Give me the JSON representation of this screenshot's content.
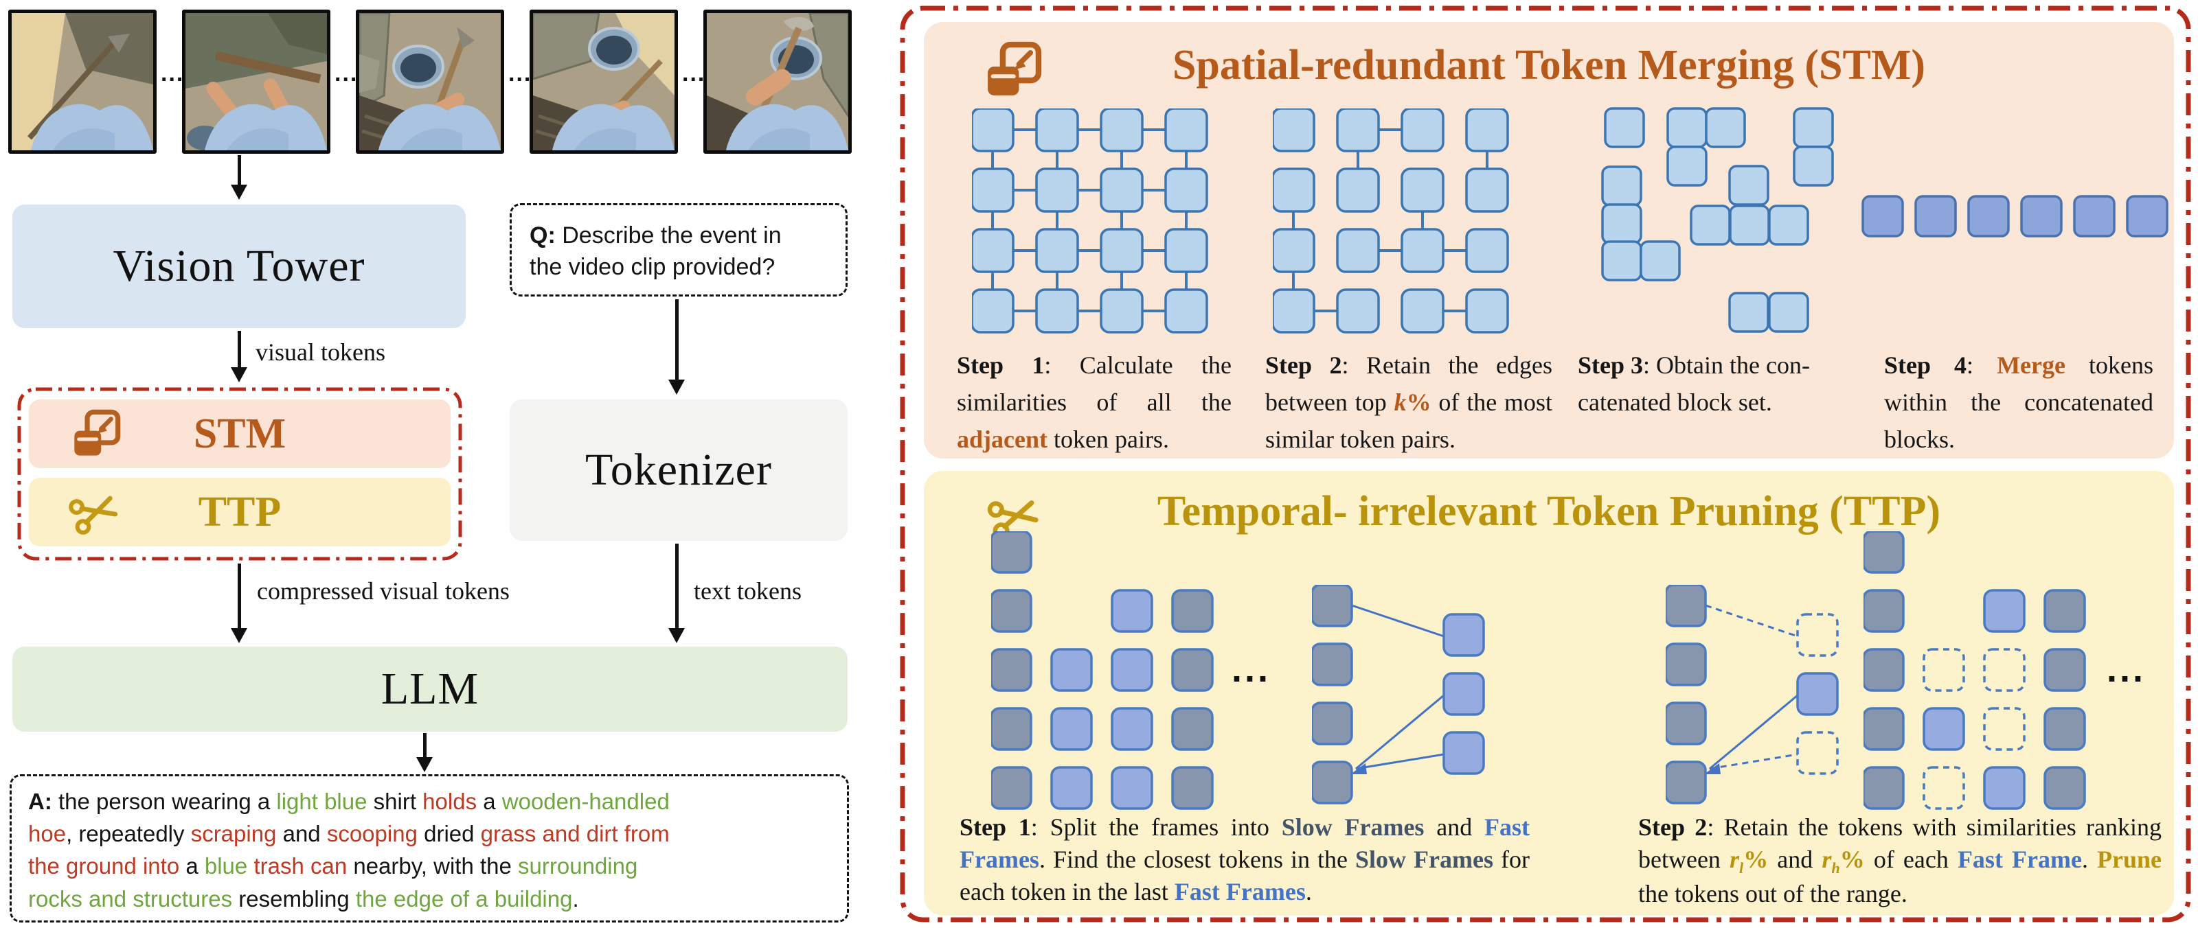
{
  "left": {
    "frame_ellipsis": "...",
    "vision_tower_label": "Vision Tower",
    "question_segments": [
      {
        "t": "Q:",
        "b": 1
      },
      {
        "t": " Describe the event in"
      },
      {
        "br": 1
      },
      {
        "t": "the video clip provided?"
      }
    ],
    "tokenizer_label": "Tokenizer",
    "stm_module_label": "STM",
    "ttp_module_label": "TTP",
    "visual_tokens_label": "visual tokens",
    "compressed_tokens_label": "compressed visual tokens",
    "text_tokens_label": "text tokens",
    "llm_label": "LLM",
    "answer_segments": [
      {
        "t": "A:",
        "b": 1
      },
      {
        "t": " the person wearing a "
      },
      {
        "t": "light blue",
        "c": "green"
      },
      {
        "t": " shirt "
      },
      {
        "t": "holds",
        "c": "red"
      },
      {
        "t": " a "
      },
      {
        "t": "wooden-handled",
        "c": "green"
      },
      {
        "br": 1
      },
      {
        "t": "hoe",
        "c": "red"
      },
      {
        "t": ", repeatedly "
      },
      {
        "t": "scraping",
        "c": "red"
      },
      {
        "t": " and "
      },
      {
        "t": "scooping",
        "c": "red"
      },
      {
        "t": " dried "
      },
      {
        "t": "grass and dirt from",
        "c": "red"
      },
      {
        "br": 1
      },
      {
        "t": "the ground into",
        "c": "red"
      },
      {
        "t": " a "
      },
      {
        "t": "blue",
        "c": "green"
      },
      {
        "t": " "
      },
      {
        "t": "trash can",
        "c": "red"
      },
      {
        "t": " nearby, with the "
      },
      {
        "t": "surrounding",
        "c": "green"
      },
      {
        "br": 1
      },
      {
        "t": "rocks and structures",
        "c": "green"
      },
      {
        "t": " resembling "
      },
      {
        "t": "the edge of a building",
        "c": "green"
      },
      {
        "t": "."
      }
    ]
  },
  "stm": {
    "title": "Spatial-redundant Token Merging (STM)",
    "icon": "merge-shrink-icon",
    "steps": [
      {
        "segments": [
          {
            "t": "Step 1",
            "b": 1
          },
          {
            "t": ": Calculate the similarities of all the "
          },
          {
            "t": "adjacent",
            "c": "orange",
            "b": 1
          },
          {
            "t": " token pairs."
          }
        ]
      },
      {
        "segments": [
          {
            "t": "Step 2",
            "b": 1
          },
          {
            "t": ": Retain the edges between top "
          },
          {
            "t": "k",
            "c": "orange",
            "b": 1,
            "i": 1
          },
          {
            "t": "%",
            "c": "orange",
            "b": 1
          },
          {
            "t": " of the most similar token pairs."
          }
        ]
      },
      {
        "segments": [
          {
            "t": "Step 3",
            "b": 1
          },
          {
            "t": ": Obtain the con-"
          },
          {
            "br": 1
          },
          {
            "t": "catenated block set."
          }
        ]
      },
      {
        "segments": [
          {
            "t": "Step 4",
            "b": 1
          },
          {
            "t": ": "
          },
          {
            "t": "Merge",
            "c": "orange",
            "b": 1
          },
          {
            "t": " tokens within the concatenated blocks."
          }
        ]
      }
    ]
  },
  "ttp": {
    "title": "Temporal- irrelevant Token Pruning (TTP)",
    "icon": "scissors-icon",
    "ellipsis": "...",
    "steps": [
      {
        "segments": [
          {
            "t": "Step 1",
            "b": 1
          },
          {
            "t": ": Split the frames into "
          },
          {
            "t": "Slow Frames",
            "c": "slate",
            "b": 1
          },
          {
            "t": " and "
          },
          {
            "t": "Fast Frames",
            "c": "blue",
            "b": 1
          },
          {
            "t": ". Find the closest tokens in the "
          },
          {
            "t": "Slow Frames",
            "c": "slate",
            "b": 1
          },
          {
            "t": " for each token in the last "
          },
          {
            "t": "Fast Frames",
            "c": "blue",
            "b": 1
          },
          {
            "t": "."
          }
        ]
      },
      {
        "segments": [
          {
            "t": "Step 2",
            "b": 1
          },
          {
            "t": ": Retain the tokens with similarities ranking between "
          },
          {
            "t": "r",
            "c": "gold",
            "b": 1,
            "i": 1
          },
          {
            "t": "l",
            "c": "gold",
            "b": 1,
            "i": 1,
            "sub": 1
          },
          {
            "t": "%",
            "c": "gold",
            "b": 1
          },
          {
            "t": " and "
          },
          {
            "t": "r",
            "c": "gold",
            "b": 1,
            "i": 1
          },
          {
            "t": "h",
            "c": "gold",
            "b": 1,
            "i": 1,
            "sub": 1
          },
          {
            "t": "%",
            "c": "gold",
            "b": 1
          },
          {
            "t": " of each "
          },
          {
            "t": "Fast Frame",
            "c": "blue",
            "b": 1
          },
          {
            "t": ". "
          },
          {
            "t": "Prune",
            "c": "gold",
            "b": 1
          },
          {
            "t": " the tokens out of the range."
          }
        ]
      }
    ]
  },
  "colors": {
    "accent_orange": "#b65a1c",
    "accent_gold": "#b8930b",
    "answer_green": "#6fa63f",
    "answer_red": "#bd3a23",
    "slow_frame_text": "#44546a",
    "fast_frame_text": "#4472c4",
    "border_red": "#b62a1c",
    "stm_panel_bg": "#fae7d8",
    "ttp_panel_bg": "#fcf3cd",
    "vision_tower_bg": "#d9e5f1",
    "tokenizer_bg": "#f3f3f2",
    "llm_bg": "#e3efda"
  }
}
